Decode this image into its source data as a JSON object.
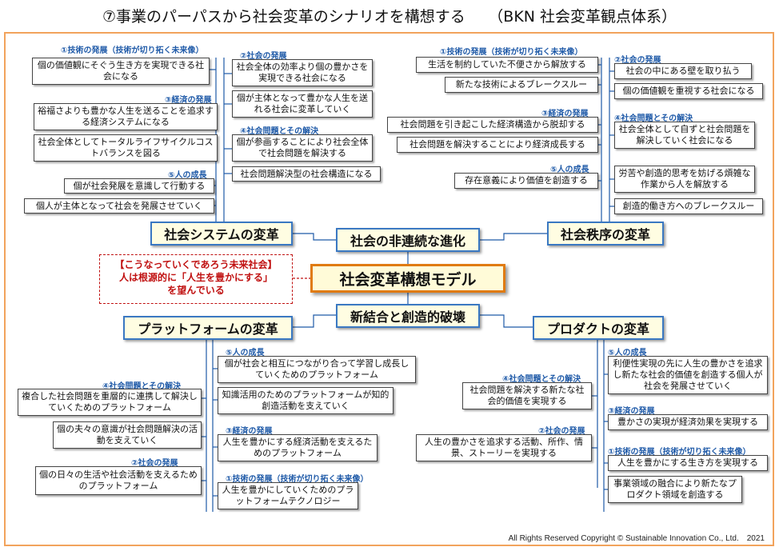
{
  "title": "⑦事業のパーパスから社会変革のシナリオを構想する　　（BKN 社会変革観点体系）",
  "center": "社会変革構想モデル",
  "hub_top": "社会の非連続な進化",
  "hub_bottom": "新結合と創造的破壊",
  "note": {
    "line1": "【こうなっていくであろう未来社会】",
    "line2": "人は根源的に「人生を豊かにする」",
    "line3": "を望んでいる"
  },
  "quadrants": {
    "system": {
      "heading": "社会システムの変革",
      "cats": [
        "①技術の発展（技術が切り拓く未来像）",
        "③経済の発展",
        "⑤人の成長",
        "②社会の発展",
        "④社会問題とその解決"
      ],
      "items": [
        "個の価値観にそぐう生き方を実現できる社会になる",
        "裕福さよりも豊かな人生を送ることを追求する経済システムになる",
        "社会全体としてトータルライフサイクルコストバランスを図る",
        "個が社会発展を意識して行動する",
        "個人が主体となって社会を発展させていく",
        "社会全体の効率より個の豊かさを実現できる社会になる",
        "個が主体となって豊かな人生を送れる社会に変革していく",
        "個が参画することにより社会全体で社会問題を解決する",
        "社会問題解決型の社会構造になる"
      ]
    },
    "order": {
      "heading": "社会秩序の変革",
      "cats": [
        "①技術の発展（技術が切り拓く未来像）",
        "③経済の発展",
        "⑤人の成長",
        "②社会の発展",
        "④社会問題とその解決"
      ],
      "items": [
        "生活を制約していた不便さから解放する",
        "新たな技術によるブレークスルー",
        "社会問題を引き起こした経済構造から脱却する",
        "社会問題を解決することにより経済成長する",
        "存在意義により価値を創造する",
        "社会の中にある壁を取り払う",
        "個の価値観を重視する社会になる",
        "社会全体として自ずと社会問題を解決していく社会になる",
        "労苦や創造的思考を妨げる煩雑な作業から人を解放する",
        "創造的働き方へのブレークスルー"
      ]
    },
    "platform": {
      "heading": "プラットフォームの変革",
      "cats": [
        "④社会問題とその解決",
        "②社会の発展",
        "⑤人の成長",
        "③経済の発展",
        "①技術の発展（技術が切り拓く未来像）"
      ],
      "items": [
        "複合した社会問題を重層的に連携して解決していくためのプラットフォーム",
        "個の夫々の意識が社会問題解決の活動を支えていく",
        "個の日々の生活や社会活動を支えるためのプラットフォーム",
        "個が社会と相互につながり合って学習し成長していくためのプラットフォーム",
        "知識活用のためのプラットフォームが知的創造活動を支えていく",
        "人生を豊かにする経済活動を支えるためのプラットフォーム",
        "人生を豊かにしていくためのプラットフォームテクノロジー"
      ]
    },
    "product": {
      "heading": "プロダクトの変革",
      "cats": [
        "④社会問題とその解決",
        "②社会の発展",
        "⑤人の成長",
        "③経済の発展",
        "①技術の発展（技術が切り拓く未来像）"
      ],
      "items": [
        "社会問題を解決する新たな社会的価値を実現する",
        "人生の豊かさを追求する活動、所作、情景、ストーリーを実現する",
        "利便性実現の先に人生の豊かさを追求し新たな社会的価値を創造する個人が社会を発展させていく",
        "豊かさの実現が経済効果を実現する",
        "人生を豊かにする生き方を実現する",
        "事業領域の融合により新たなプロダクト領域を創造する"
      ]
    }
  },
  "copyright": "All Rights Reserved Copyright © Sustainable Innovation Co., Ltd.　2021"
}
